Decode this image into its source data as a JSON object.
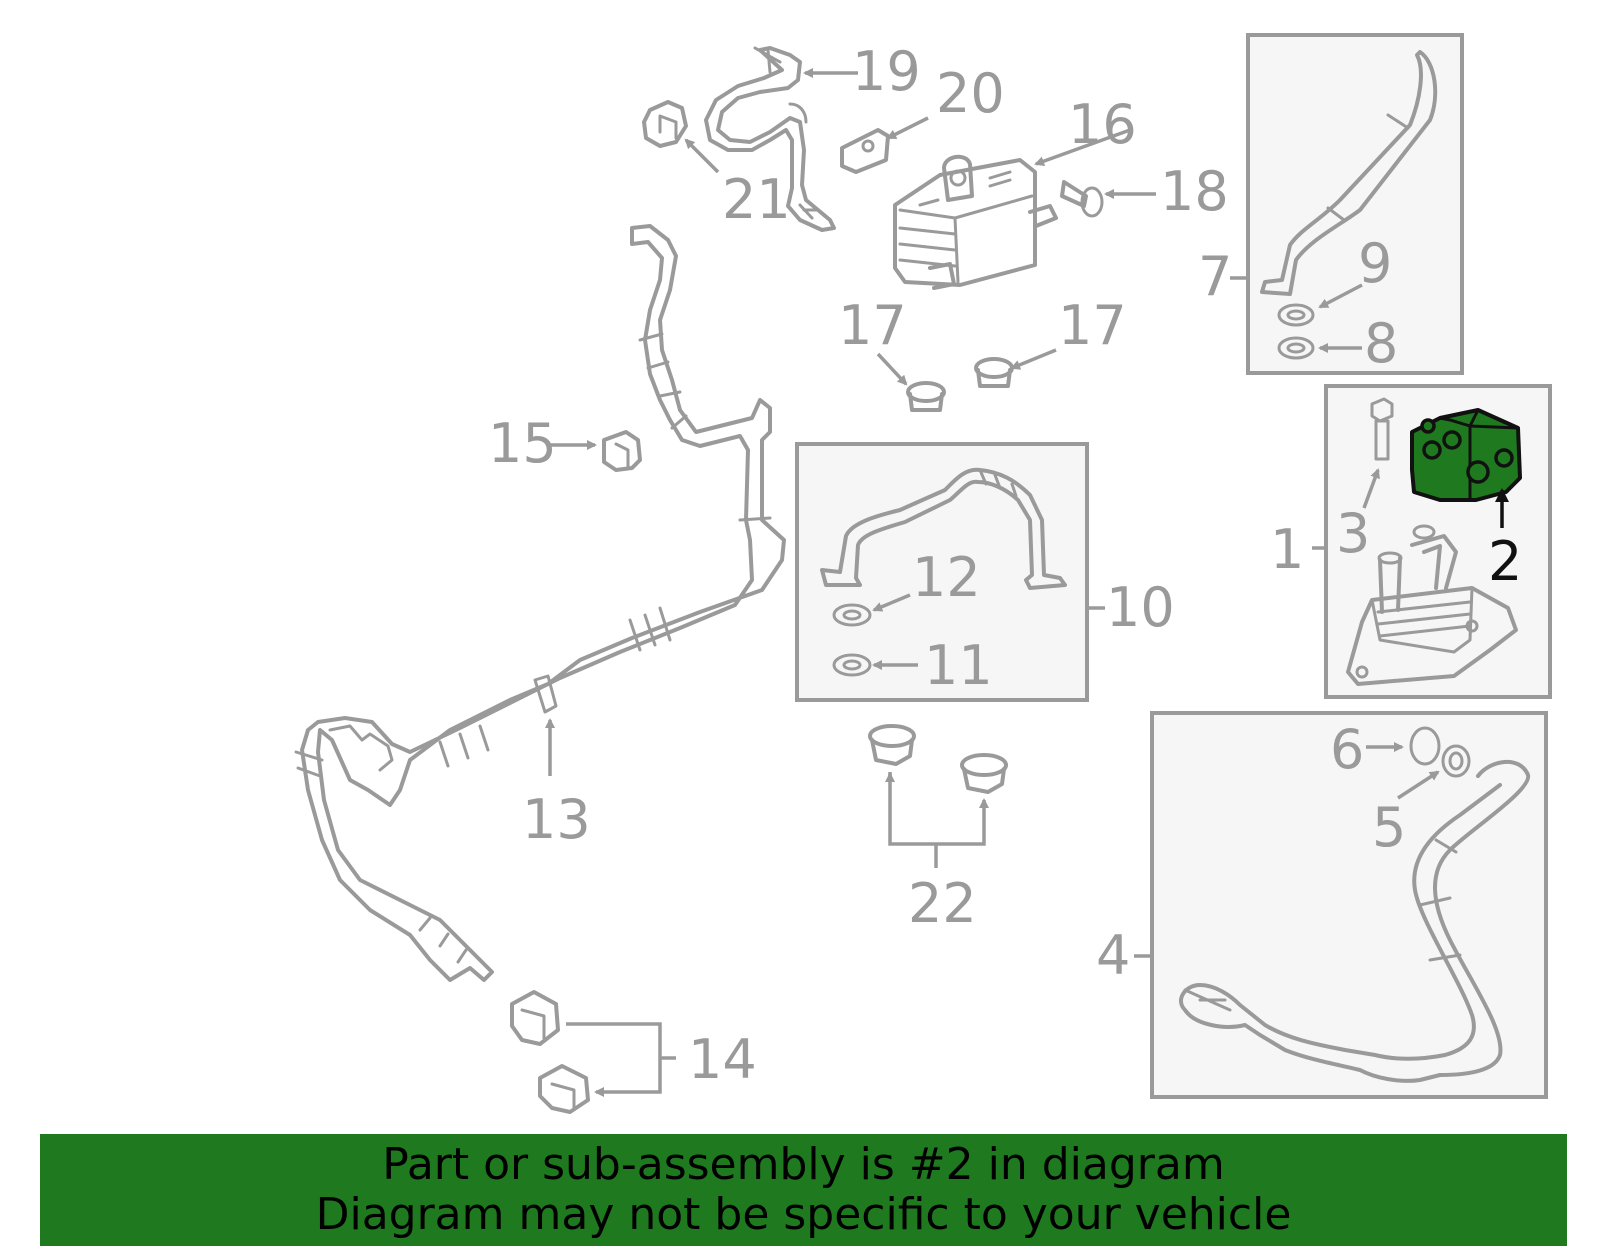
{
  "callouts": {
    "c1": "1",
    "c2": "2",
    "c3": "3",
    "c4": "4",
    "c5": "5",
    "c6": "6",
    "c7": "7",
    "c8": "8",
    "c9": "9",
    "c10": "10",
    "c11": "11",
    "c12": "12",
    "c13": "13",
    "c14": "14",
    "c15": "15",
    "c16": "16",
    "c17a": "17",
    "c17b": "17",
    "c18": "18",
    "c19": "19",
    "c20": "20",
    "c21": "21",
    "c22": "22"
  },
  "highlighted_part": "2",
  "colors": {
    "highlight": "#1f7a1f",
    "line": "#9a9a9a",
    "banner_bg": "#1f7a1f"
  },
  "banner": {
    "line1": "Part or sub-assembly is #2 in diagram",
    "line2": "Diagram may not be specific to your vehicle"
  }
}
